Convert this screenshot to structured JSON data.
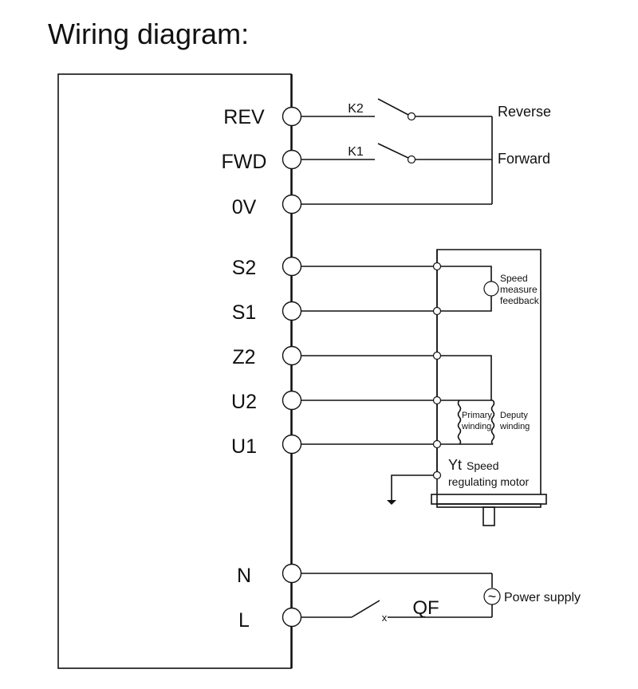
{
  "title": "Wiring diagram:",
  "controller_terminals": {
    "rev": "REV",
    "fwd": "FWD",
    "zero_v": "0V",
    "s2": "S2",
    "s1": "S1",
    "z2": "Z2",
    "u2": "U2",
    "u1": "U1",
    "n": "N",
    "l": "L"
  },
  "switches": {
    "k2": "K2",
    "k1": "K1",
    "qf": "QF",
    "qf_mark": "x"
  },
  "direction_labels": {
    "reverse": "Reverse",
    "forward": "Forward"
  },
  "motor": {
    "feedback_line1": "Speed",
    "feedback_line2": "measure",
    "feedback_line3": "feedback",
    "primary_line1": "Primary",
    "primary_line2": "winding",
    "deputy_line1": "Deputy",
    "deputy_line2": "winding",
    "model": "Yt",
    "name_line1": "Speed",
    "name_line2": "regulating motor"
  },
  "power": {
    "label": "Power supply",
    "symbol": "~"
  }
}
